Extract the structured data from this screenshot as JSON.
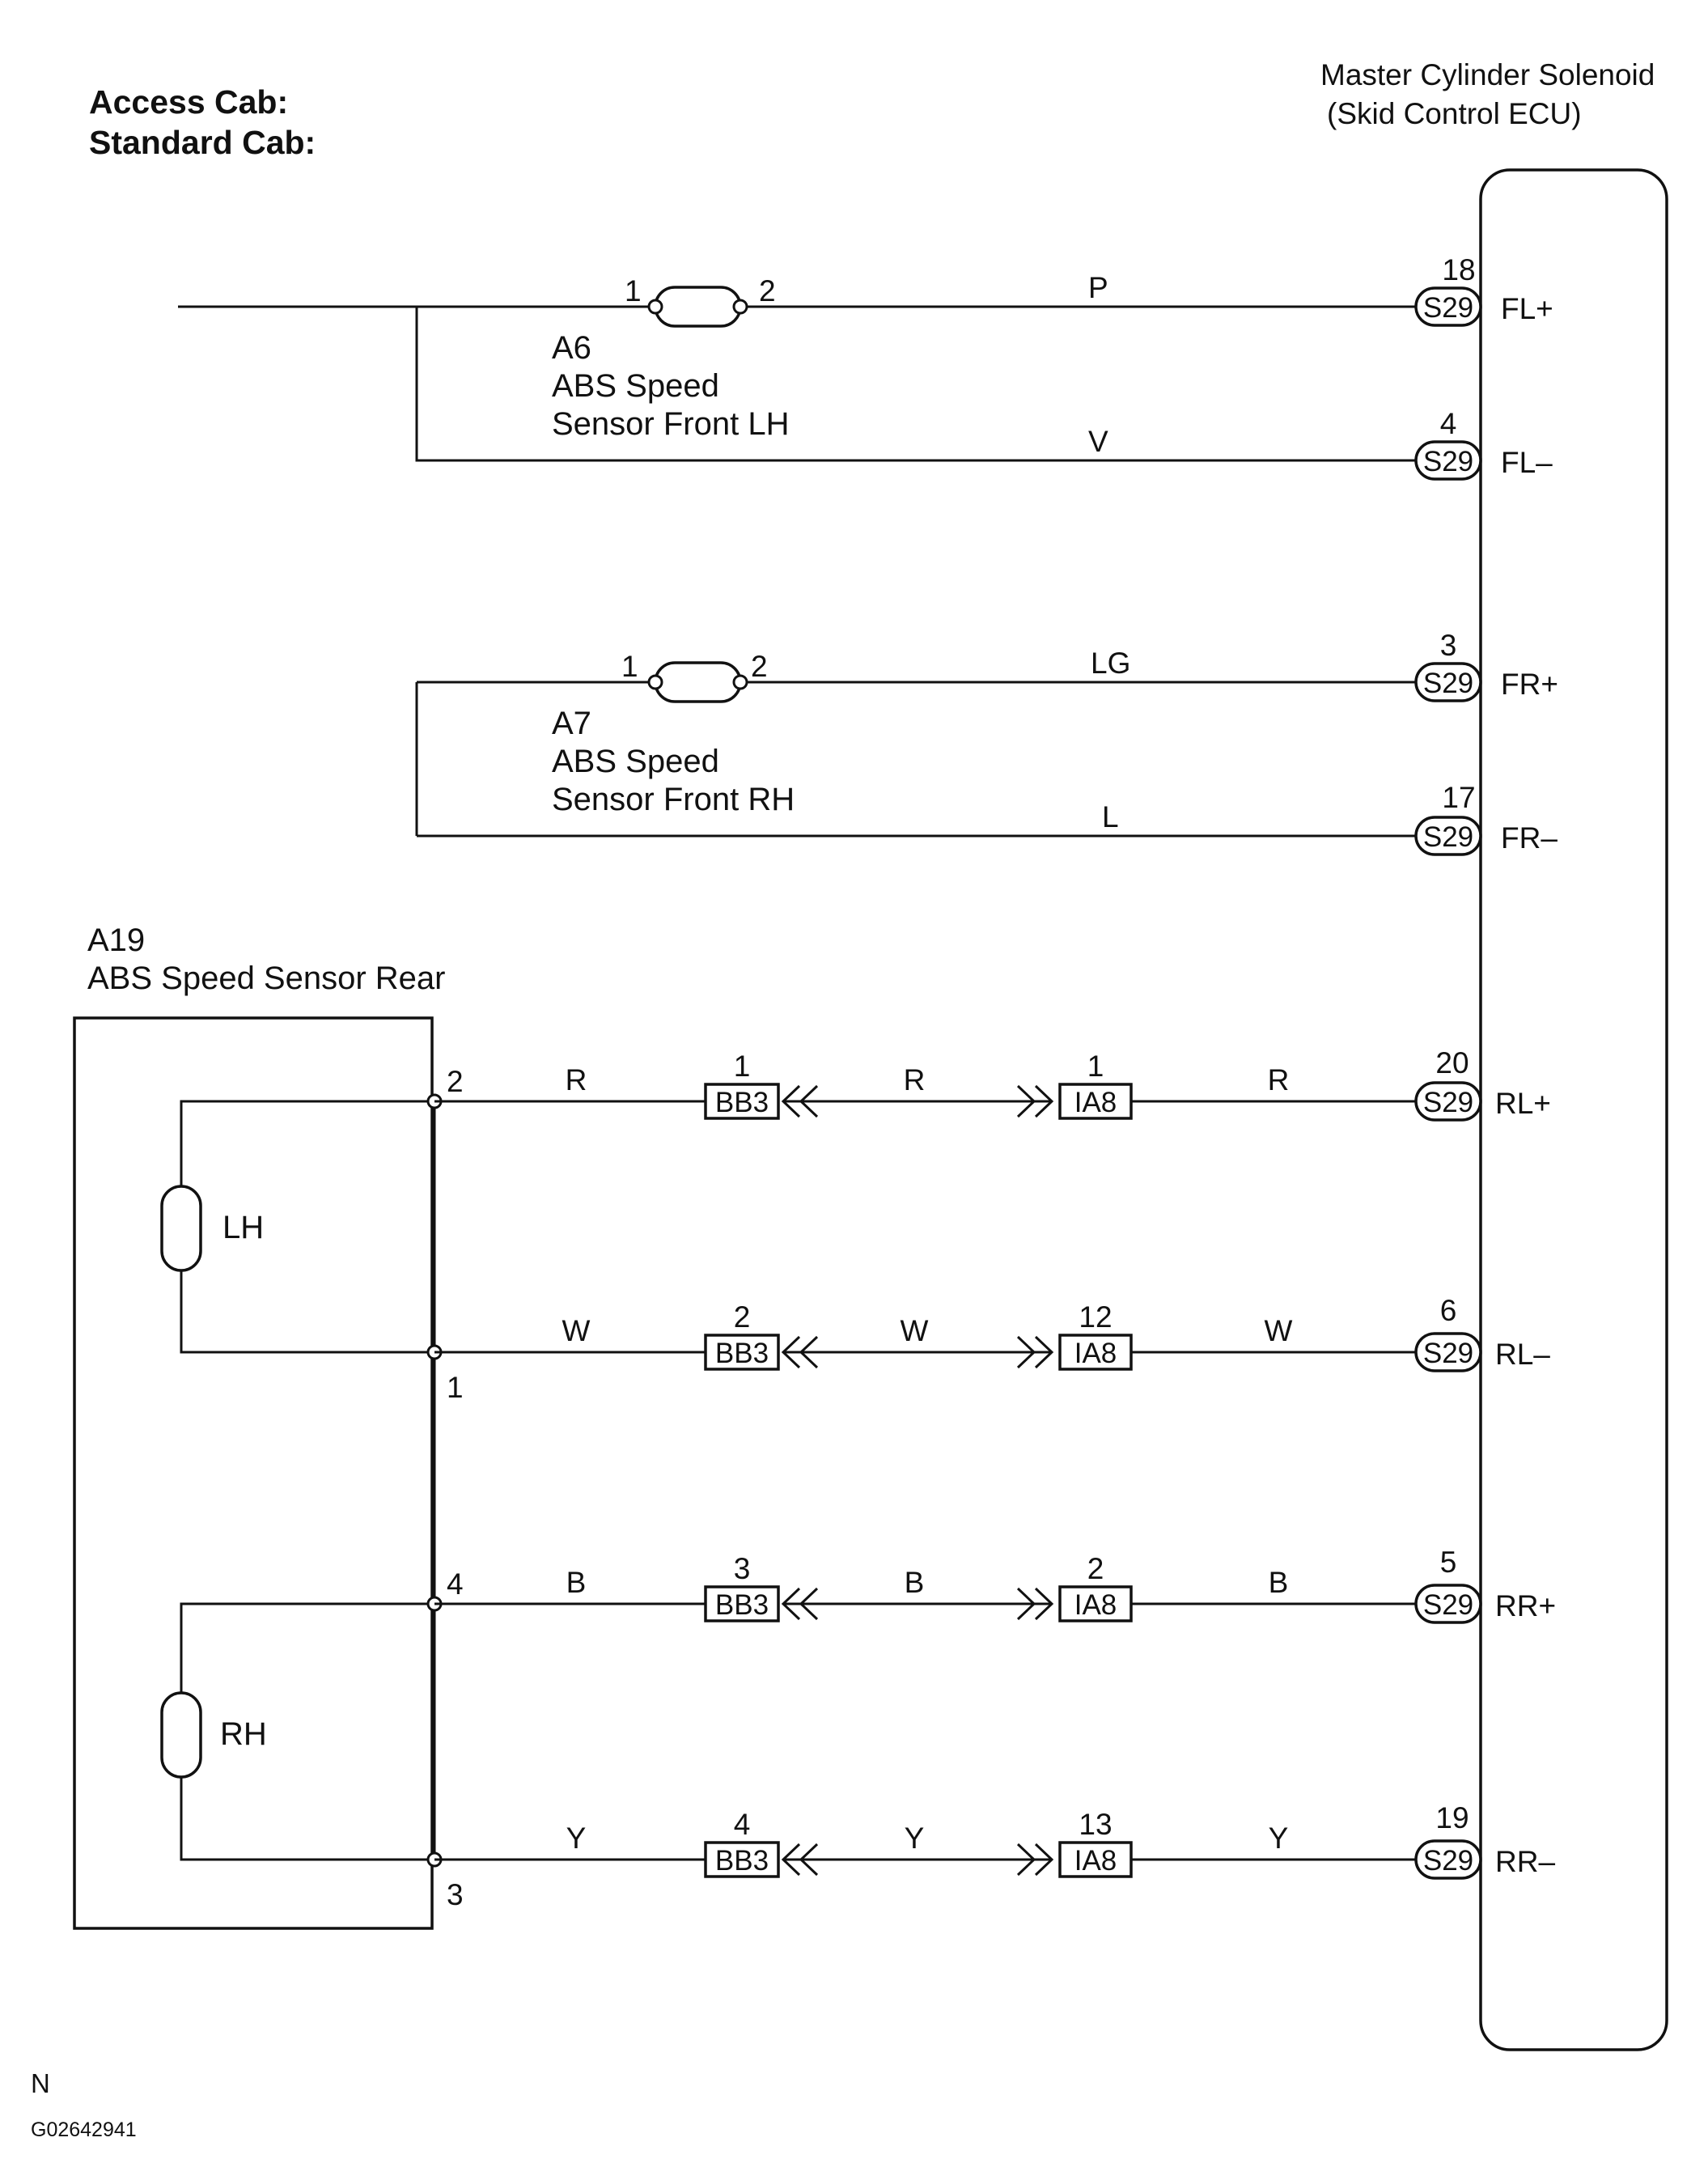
{
  "header": {
    "line1": "Access Cab:",
    "line2": "Standard Cab:"
  },
  "ecu": {
    "name_line1": "Master Cylinder Solenoid",
    "name_line2": "(Skid Control ECU)"
  },
  "front_sensors": {
    "lh": {
      "code": "A6",
      "name_line1": "ABS Speed",
      "name_line2": "Sensor Front LH",
      "pin_left": "1",
      "pin_right": "2",
      "wire_plus": "P",
      "wire_minus": "V",
      "ecu_pin_plus": "18",
      "ecu_pin_minus": "4",
      "connector": "S29",
      "signal_plus": "FL+",
      "signal_minus": "FL–"
    },
    "rh": {
      "code": "A7",
      "name_line1": "ABS Speed",
      "name_line2": "Sensor Front RH",
      "pin_left": "1",
      "pin_right": "2",
      "wire_plus": "LG",
      "wire_minus": "L",
      "ecu_pin_plus": "3",
      "ecu_pin_minus": "17",
      "connector": "S29",
      "signal_plus": "FR+",
      "signal_minus": "FR–"
    }
  },
  "rear_sensor": {
    "code": "A19",
    "name": "ABS Speed Sensor Rear",
    "lh_label": "LH",
    "rh_label": "RH"
  },
  "rear_circuits": [
    {
      "sensor_pin": "2",
      "wire": "R",
      "bb3_pin": "1",
      "ia8_pin": "1",
      "ecu_pin": "20",
      "signal": "RL+"
    },
    {
      "sensor_pin": "1",
      "wire": "W",
      "bb3_pin": "2",
      "ia8_pin": "12",
      "ecu_pin": "6",
      "signal": "RL–"
    },
    {
      "sensor_pin": "4",
      "wire": "B",
      "bb3_pin": "3",
      "ia8_pin": "2",
      "ecu_pin": "5",
      "signal": "RR+"
    },
    {
      "sensor_pin": "3",
      "wire": "Y",
      "bb3_pin": "4",
      "ia8_pin": "13",
      "ecu_pin": "19",
      "signal": "RR–"
    }
  ],
  "connectors": {
    "bb3": "BB3",
    "ia8": "IA8",
    "s29": "S29"
  },
  "footer": {
    "mark": "N",
    "figure_code": "G02642941"
  }
}
